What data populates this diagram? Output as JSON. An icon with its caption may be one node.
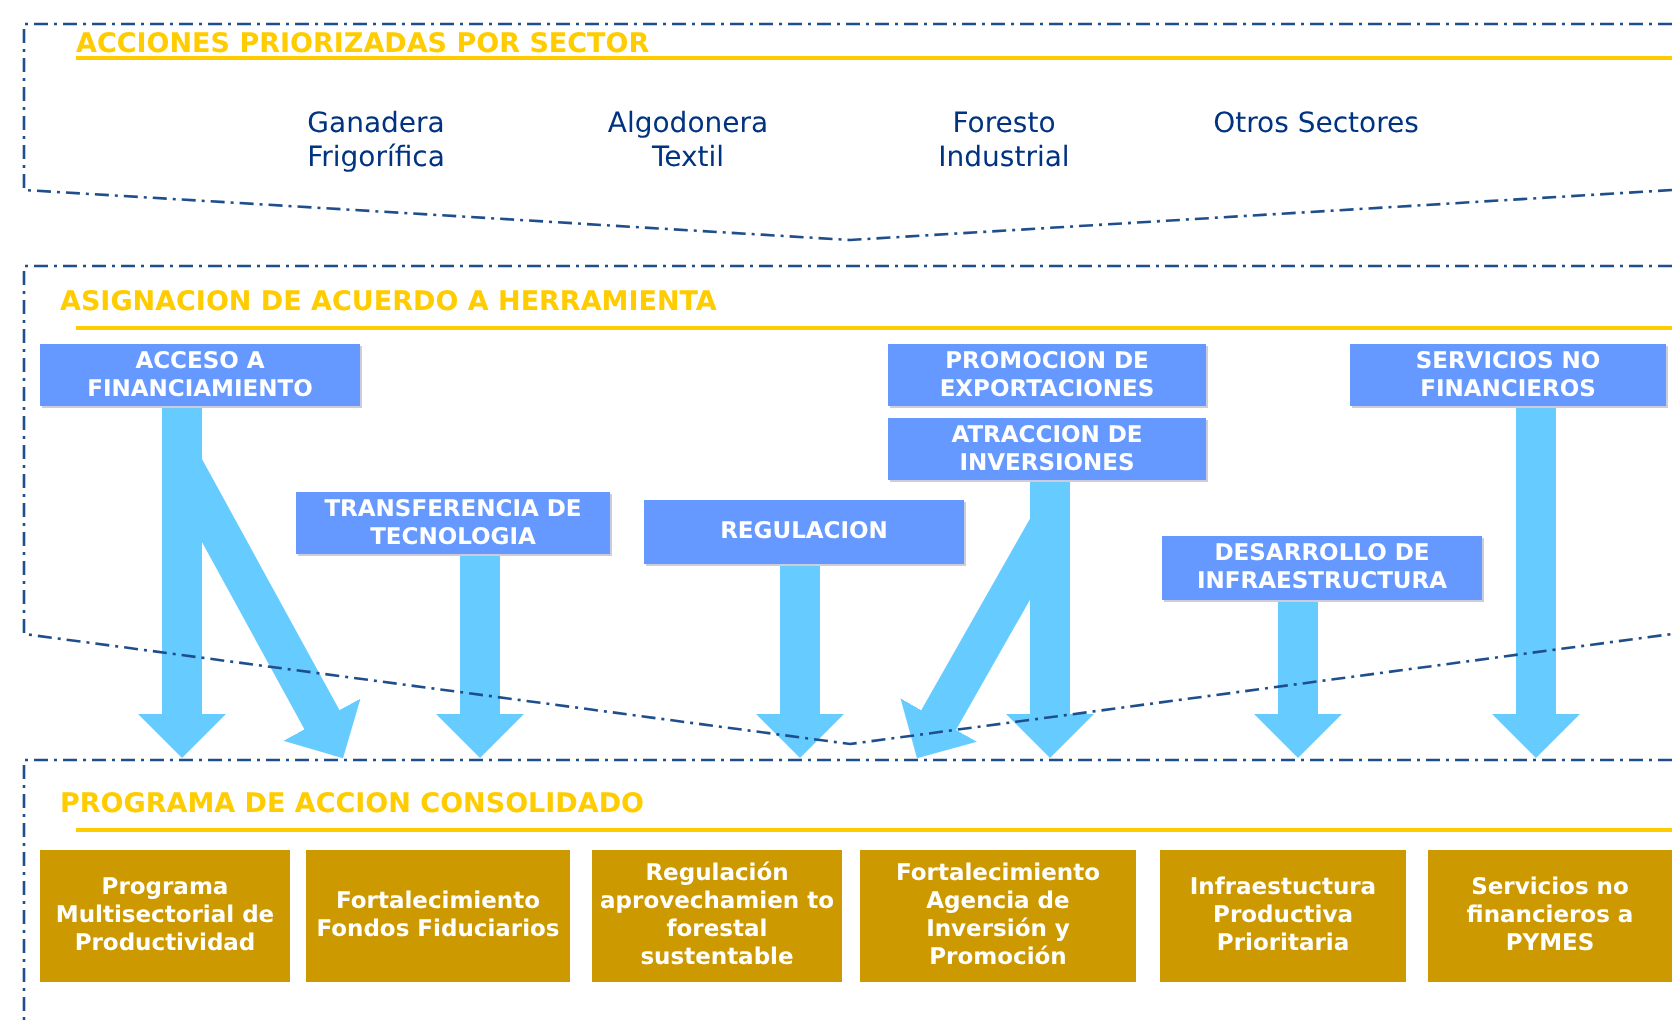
{
  "diagram": {
    "nodes": [
      {
        "text": [
          "ACCIONES PRIORIZADAS POR SECTOR"
        ]
      },
      {
        "text": [
          "ASIGNACION DE ACUERDO A HERRAMIENTA"
        ]
      },
      {
        "text": [
          "ACCESO A FINANCIAMIENTO"
        ],
        "in": 1
      },
      {
        "text": [
          "TRANSFERENCIA DE TECNOLOGIA"
        ],
        "in": 1
      },
      {
        "text": [
          "REGULACION"
        ],
        "in": 1
      },
      {
        "text": [
          "PROMOCION DE EXPORTACIONES"
        ],
        "in": 1
      },
      {
        "text": [
          "ATRACCION DE INVERSIONES"
        ],
        "in": 1
      },
      {
        "text": [
          "DESARROLLO DE INFRAESTRUCTURA"
        ],
        "in": 1
      },
      {
        "text": [
          "SERVICIOS NO FINANCIEROS"
        ],
        "in": 1
      },
      {
        "text": [
          "PROGRAMA DE ACCION CONSOLIDADO"
        ]
      },
      {
        "text": [
          "Programa Multisectorial de Productividad"
        ],
        "in": 9
      },
      {
        "text": [
          "Fortalecimiento Fondos Fiduciarios"
        ],
        "in": 9
      },
      {
        "text": [
          "Regulación aprovechamien to forestal sustentable"
        ],
        "in": 9
      },
      {
        "text": [
          "Fortalecimiento Agencia de Inversión y Promoción"
        ],
        "in": 9
      },
      {
        "text": [
          "Infraestuctura Productiva Prioritaria"
        ],
        "in": 9
      },
      {
        "text": [
          "Servicios no financieros a PYMES"
        ],
        "in": 9
      }
    ],
    "edges": [
      {
        "from": 2,
        "to": 9,
        "arrow": "to"
      },
      {
        "from": 2,
        "to": 9,
        "arrow": "to"
      },
      {
        "from": 3,
        "to": 9,
        "arrow": "to"
      },
      {
        "from": 4,
        "to": 9,
        "arrow": "to"
      },
      {
        "from": 6,
        "to": 9,
        "arrow": "to"
      },
      {
        "from": 6,
        "to": 9,
        "arrow": "to"
      },
      {
        "from": 7,
        "to": 9,
        "arrow": "to"
      },
      {
        "from": 8,
        "to": 9,
        "arrow": "to"
      }
    ],
    "labels": [
      "Ganadera Frigorífica",
      "Algodonera Textil",
      "Foresto Industrial",
      "Otros Sectores"
    ]
  }
}
